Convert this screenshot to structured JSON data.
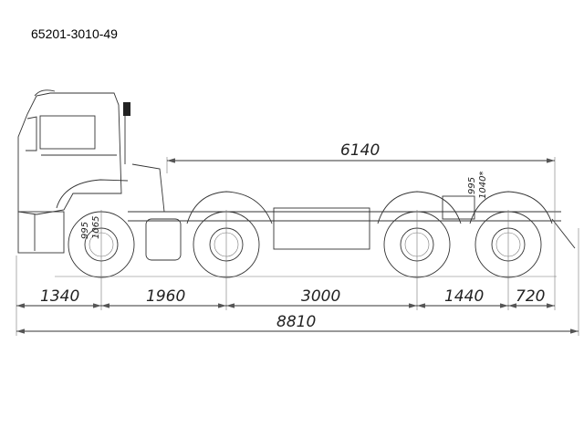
{
  "title": "65201-3010-49",
  "dimensions": {
    "overall_length": "8810",
    "frame_length": "6140",
    "front_overhang": "1340",
    "axle_1_2": "1960",
    "axle_2_3": "3000",
    "axle_3_4": "1440",
    "rear_overhang": "720",
    "front_height_a": "995",
    "front_height_b": "1065",
    "rear_height_a": "995",
    "rear_height_b": "1040*"
  }
}
